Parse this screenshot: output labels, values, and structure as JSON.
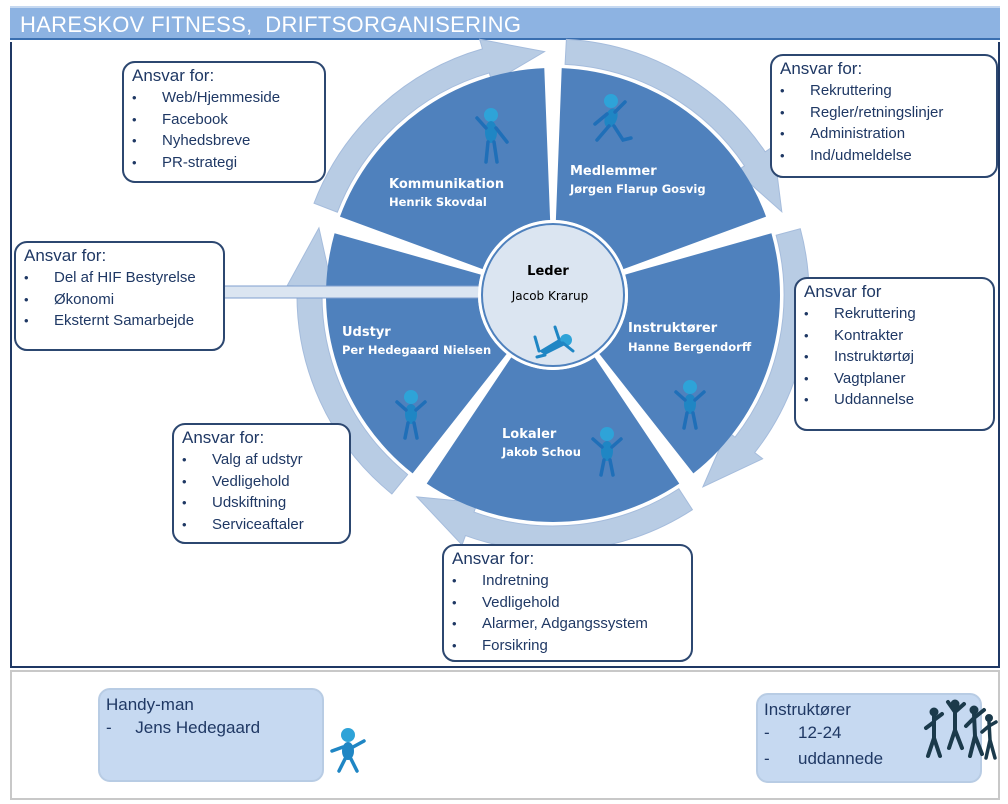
{
  "title": "HARESKOV FITNESS,  DRIFTSORGANISERING",
  "colors": {
    "title_bar": "#8db3e2",
    "segment": "#4f81bd",
    "arrow": "#b8cce4",
    "center": "#dbe5f1",
    "box_border": "#2c4770",
    "box_text": "#1f3864",
    "note_fill": "#c6d9f1"
  },
  "center": {
    "title": "Leder",
    "name": "Jacob Krarup",
    "icon": "person-sliding-icon"
  },
  "segments": [
    {
      "title": "Medlemmer",
      "name": "Jørgen Flarup Gosvig",
      "icon": "person-running-icon"
    },
    {
      "title": "Instruktører",
      "name": "Hanne  Bergendorff",
      "icon": "person-standing-icon"
    },
    {
      "title": "Lokaler",
      "name": "Jakob Schou",
      "icon": "person-standing-icon"
    },
    {
      "title": "Udstyr",
      "name": "Per Hedegaard  Nielsen",
      "icon": "person-standing-icon"
    },
    {
      "title": "Kommunikation",
      "name": "Henrik Skovdal",
      "icon": "person-thumbs-up-icon"
    }
  ],
  "boxes": {
    "medlemmer": {
      "heading": "Ansvar for:",
      "items": [
        "Rekruttering",
        "Regler/retningslinjer",
        "Administration",
        "Ind/udmeldelse"
      ]
    },
    "kommunikation": {
      "heading": "Ansvar for:",
      "items": [
        "Web/Hjemmeside",
        "Facebook",
        "Nyhedsbreve",
        "PR-strategi"
      ]
    },
    "leder": {
      "heading": "Ansvar for:",
      "items": [
        "Del af HIF Bestyrelse",
        "Økonomi",
        "Eksternt Samarbejde"
      ]
    },
    "instruktorer": {
      "heading": "Ansvar for",
      "items": [
        "Rekruttering",
        "Kontrakter",
        "Instruktørtøj",
        "Vagtplaner",
        "Uddannelse"
      ]
    },
    "udstyr": {
      "heading": "Ansvar for:",
      "items": [
        "Valg af udstyr",
        "Vedligehold",
        "Udskiftning",
        "Serviceaftaler"
      ]
    },
    "lokaler": {
      "heading": "Ansvar for:",
      "items": [
        "Indretning",
        "Vedligehold",
        "Alarmer, Adgangssystem",
        "Forsikring"
      ]
    }
  },
  "bullet": "•",
  "handyman": {
    "heading": "Handy-man",
    "lines": [
      "-     Jens Hedegaard"
    ],
    "icon": "person-walking-icon"
  },
  "instruktorer_note": {
    "heading": "Instruktører",
    "lines": [
      "-      12-24",
      "-      uddannede"
    ],
    "icon": "group-silhouette-icon"
  }
}
